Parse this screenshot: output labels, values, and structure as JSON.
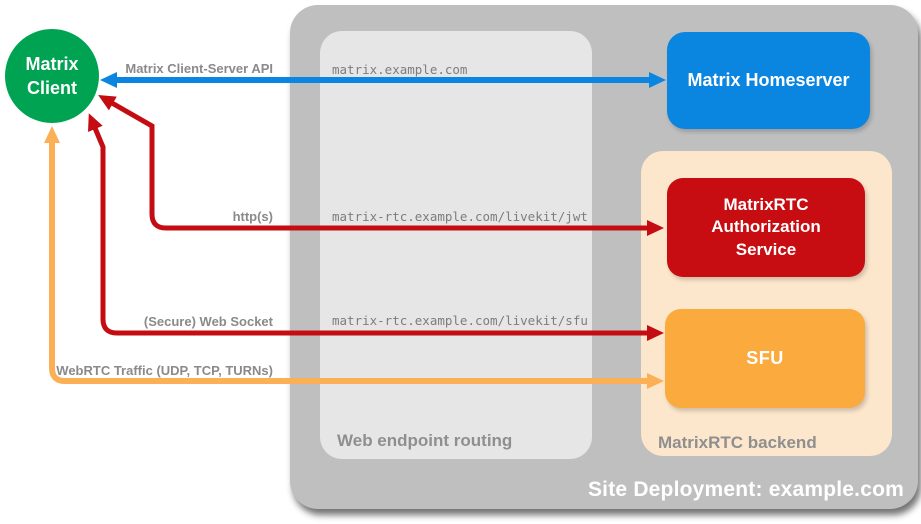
{
  "client": {
    "line1": "Matrix",
    "line2": "Client",
    "color": "#00a351"
  },
  "homeserver": {
    "label": "Matrix Homeserver",
    "color": "#0b86e0"
  },
  "routing": {
    "caption": "Web endpoint routing",
    "endpoints": [
      "matrix.example.com",
      "matrix-rtc.example.com/livekit/jwt",
      "matrix-rtc.example.com/livekit/sfu"
    ]
  },
  "backend": {
    "caption": "MatrixRTC backend",
    "auth_service": "MatrixRTC Authorization Service",
    "sfu": "SFU",
    "auth_color": "#c80d12",
    "sfu_color": "#fbaa3e",
    "panel_color": "#fce6cc"
  },
  "deployment": {
    "caption": "Site Deployment: example.com",
    "container_color": "#bfbfbf"
  },
  "arrows": [
    {
      "name": "matrix-client-server-api",
      "label": "Matrix Client-Server API",
      "color": "#0b86e0",
      "bidirectional": true
    },
    {
      "name": "https",
      "label": "http(s)",
      "color": "#c40d12",
      "bidirectional": true
    },
    {
      "name": "secure-web-socket",
      "label": "(Secure) Web Socket",
      "color": "#c40d12",
      "bidirectional": true
    },
    {
      "name": "webrtc-traffic",
      "label": "WebRTC Traffic (UDP, TCP, TURNs)",
      "color": "#fbb055",
      "bidirectional": true
    }
  ]
}
